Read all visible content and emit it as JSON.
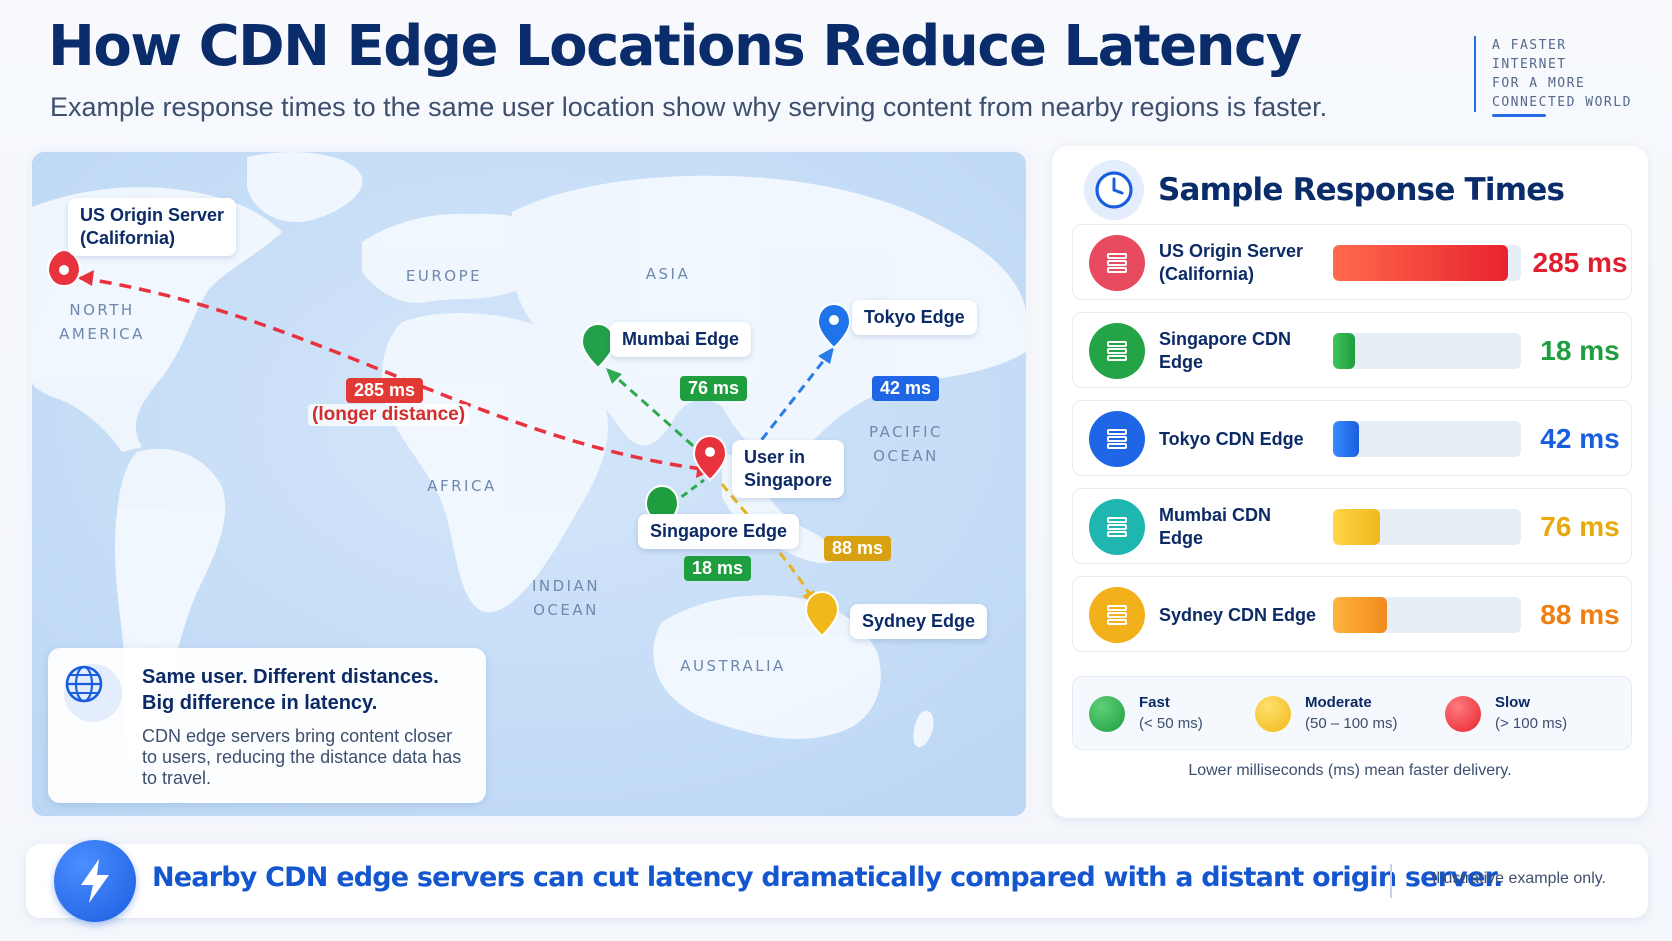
{
  "header": {
    "title": "How CDN Edge Locations Reduce Latency",
    "subtitle": "Example response times to the same user location show why serving content from nearby regions is faster.",
    "tagline": [
      "A FASTER",
      "INTERNET",
      "FOR A MORE",
      "CONNECTED WORLD"
    ]
  },
  "map": {
    "regions": {
      "north_america": [
        "NORTH",
        "AMERICA"
      ],
      "europe": "EUROPE",
      "asia": "ASIA",
      "africa": "AFRICA",
      "pacific": [
        "PACIFIC",
        "OCEAN"
      ],
      "indian": [
        "INDIAN",
        "OCEAN"
      ],
      "australia": "AUSTRALIA"
    },
    "nodes": {
      "origin": [
        "US Origin Server",
        "(California)"
      ],
      "user": [
        "User in",
        "Singapore"
      ],
      "mumbai": "Mumbai Edge",
      "tokyo": "Tokyo Edge",
      "singapore": "Singapore Edge",
      "sydney": "Sydney Edge"
    },
    "badges": {
      "origin": "285 ms",
      "origin_note": "(longer distance)",
      "mumbai": "76 ms",
      "tokyo": "42 ms",
      "singapore": "18 ms",
      "sydney": "88 ms"
    },
    "callout": {
      "heading": [
        "Same user. Different distances.",
        "Big difference in latency."
      ],
      "body": "CDN edge servers bring content closer to users, reducing the distance data has to travel."
    }
  },
  "response_times": {
    "title": "Sample Response Times",
    "max_ms": 285,
    "rows": [
      {
        "name": [
          "US Origin Server",
          "(California)"
        ],
        "ms": 285,
        "value": "285 ms",
        "color": "#e8232e",
        "icon_color": "#e84a5f"
      },
      {
        "name": [
          "Singapore CDN Edge"
        ],
        "ms": 18,
        "value": "18 ms",
        "color": "#1e9e3e",
        "icon_color": "#22a447"
      },
      {
        "name": [
          "Tokyo CDN Edge"
        ],
        "ms": 42,
        "value": "42 ms",
        "color": "#1a5ee0",
        "icon_color": "#1e66e6"
      },
      {
        "name": [
          "Mumbai CDN Edge"
        ],
        "ms": 76,
        "value": "76 ms",
        "color": "#f0b81a",
        "icon_color": "#20b6b0"
      },
      {
        "name": [
          "Sydney CDN Edge"
        ],
        "ms": 88,
        "value": "88 ms",
        "color": "#f28a1e",
        "icon_color": "#f2b11a"
      }
    ],
    "legend": [
      {
        "label": "Fast",
        "range": "(< 50 ms)",
        "color": "#2bb24c"
      },
      {
        "label": "Moderate",
        "range": "(50 – 100 ms)",
        "color": "#f7c82a"
      },
      {
        "label": "Slow",
        "range": "(> 100 ms)",
        "color": "#e8323e"
      }
    ],
    "footnote": "Lower milliseconds (ms) mean faster delivery."
  },
  "footer": {
    "message": "Nearby CDN edge servers can cut latency dramatically compared with a distant origin server.",
    "note": "Illustrative example only."
  },
  "colors": {
    "navy": "#0a2c6b",
    "accent_blue": "#1a5ee0",
    "slow_red": "#e8232e",
    "fast_green": "#1e9e3e",
    "moderate_yellow": "#f0b81a",
    "moderate_orange": "#f28a1e"
  }
}
